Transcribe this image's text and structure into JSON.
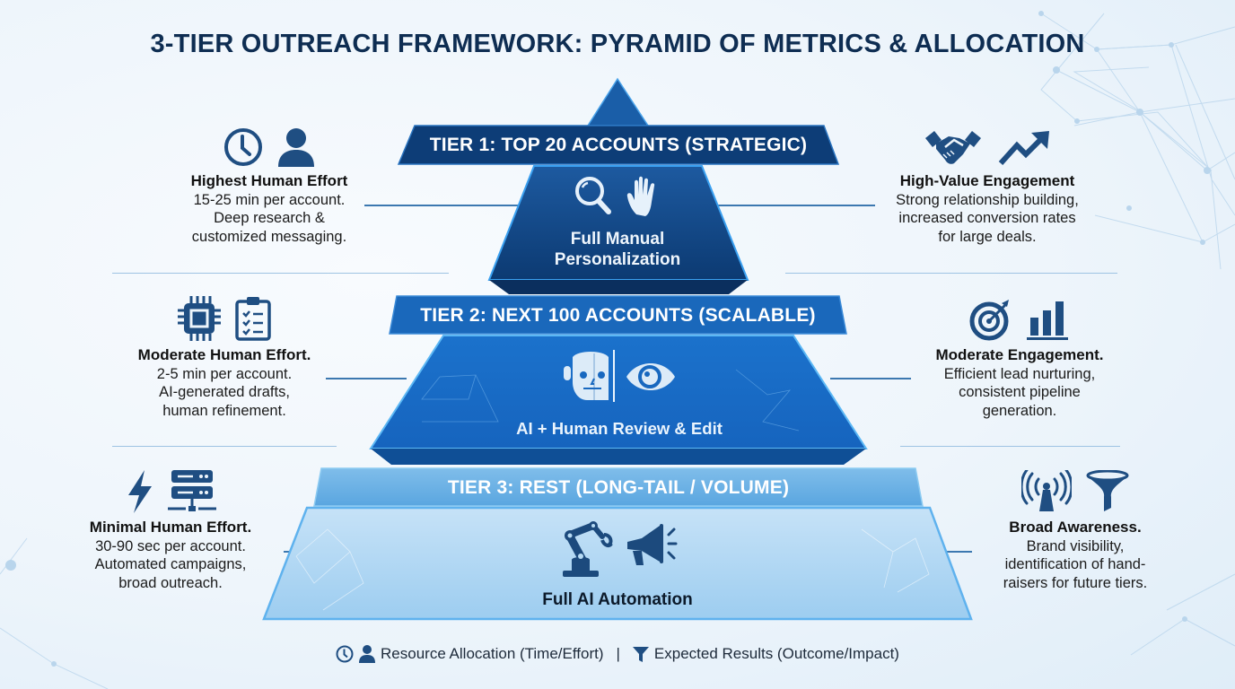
{
  "title": "3-TIER OUTREACH FRAMEWORK: PYRAMID OF METRICS & ALLOCATION",
  "colors": {
    "title": "#0e2d52",
    "tier1": "#0d3f78",
    "tier2": "#1868bf",
    "tier3": "#6fb4e8",
    "icon_dark": "#1f4e82",
    "connector": "#3c78b0"
  },
  "tiers": [
    {
      "banner": "TIER 1: TOP 20 ACCOUNTS (STRATEGIC)",
      "approach": [
        "Full Manual",
        "Personalization"
      ],
      "center_icons": [
        "magnifier-icon",
        "hand-icon"
      ],
      "left": {
        "icons": [
          "clock-icon",
          "person-icon"
        ],
        "heading": "Highest Human Effort",
        "lines": [
          "15-25 min per account.",
          "Deep research &",
          "customized messaging."
        ]
      },
      "right": {
        "icons": [
          "handshake-icon",
          "trend-up-icon"
        ],
        "heading": "High-Value Engagement",
        "lines": [
          "Strong relationship building,",
          "increased conversion rates",
          "for large deals."
        ]
      }
    },
    {
      "banner": "TIER 2: NEXT 100 ACCOUNTS (SCALABLE)",
      "approach": [
        "AI + Human Review & Edit"
      ],
      "center_icons": [
        "ai-human-face-icon",
        "eye-icon"
      ],
      "left": {
        "icons": [
          "chip-icon",
          "checklist-icon"
        ],
        "heading": "Moderate Human Effort.",
        "lines": [
          "2-5 min per account.",
          "AI-generated drafts,",
          "human refinement."
        ]
      },
      "right": {
        "icons": [
          "target-icon",
          "bar-chart-icon"
        ],
        "heading": "Moderate Engagement.",
        "lines": [
          "Efficient lead nurturing,",
          "consistent pipeline",
          "generation."
        ]
      }
    },
    {
      "banner": "TIER 3: REST (LONG-TAIL / VOLUME)",
      "approach": [
        "Full AI Automation"
      ],
      "center_icons": [
        "robot-arm-icon",
        "megaphone-icon"
      ],
      "left": {
        "icons": [
          "lightning-icon",
          "server-icon"
        ],
        "heading": "Minimal Human Effort.",
        "lines": [
          "30-90 sec per account.",
          "Automated campaigns,",
          "broad outreach."
        ]
      },
      "right": {
        "icons": [
          "broadcast-icon",
          "funnel-icon"
        ],
        "heading": "Broad Awareness.",
        "lines": [
          "Brand visibility,",
          "identification of hand-",
          "raisers for future tiers."
        ]
      }
    }
  ],
  "legend": {
    "resource": "Resource Allocation (Time/Effort)",
    "divider": "|",
    "results": "Expected Results (Outcome/Impact)"
  }
}
